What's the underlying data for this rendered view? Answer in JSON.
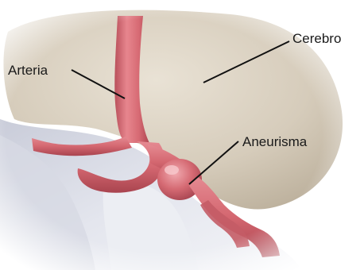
{
  "labels": {
    "artery": "Arteria",
    "brain": "Cerebro",
    "aneurysm": "Aneurisma"
  },
  "colors": {
    "brain": "#d8cfbf",
    "brain_shadow": "#b9ad99",
    "membrane": "#dfe1ea",
    "membrane_shadow": "#b8bccb",
    "vessel": "#d76b73",
    "vessel_dark": "#b44a55",
    "vessel_light": "#eda0a6",
    "leader_line": "#111111"
  }
}
